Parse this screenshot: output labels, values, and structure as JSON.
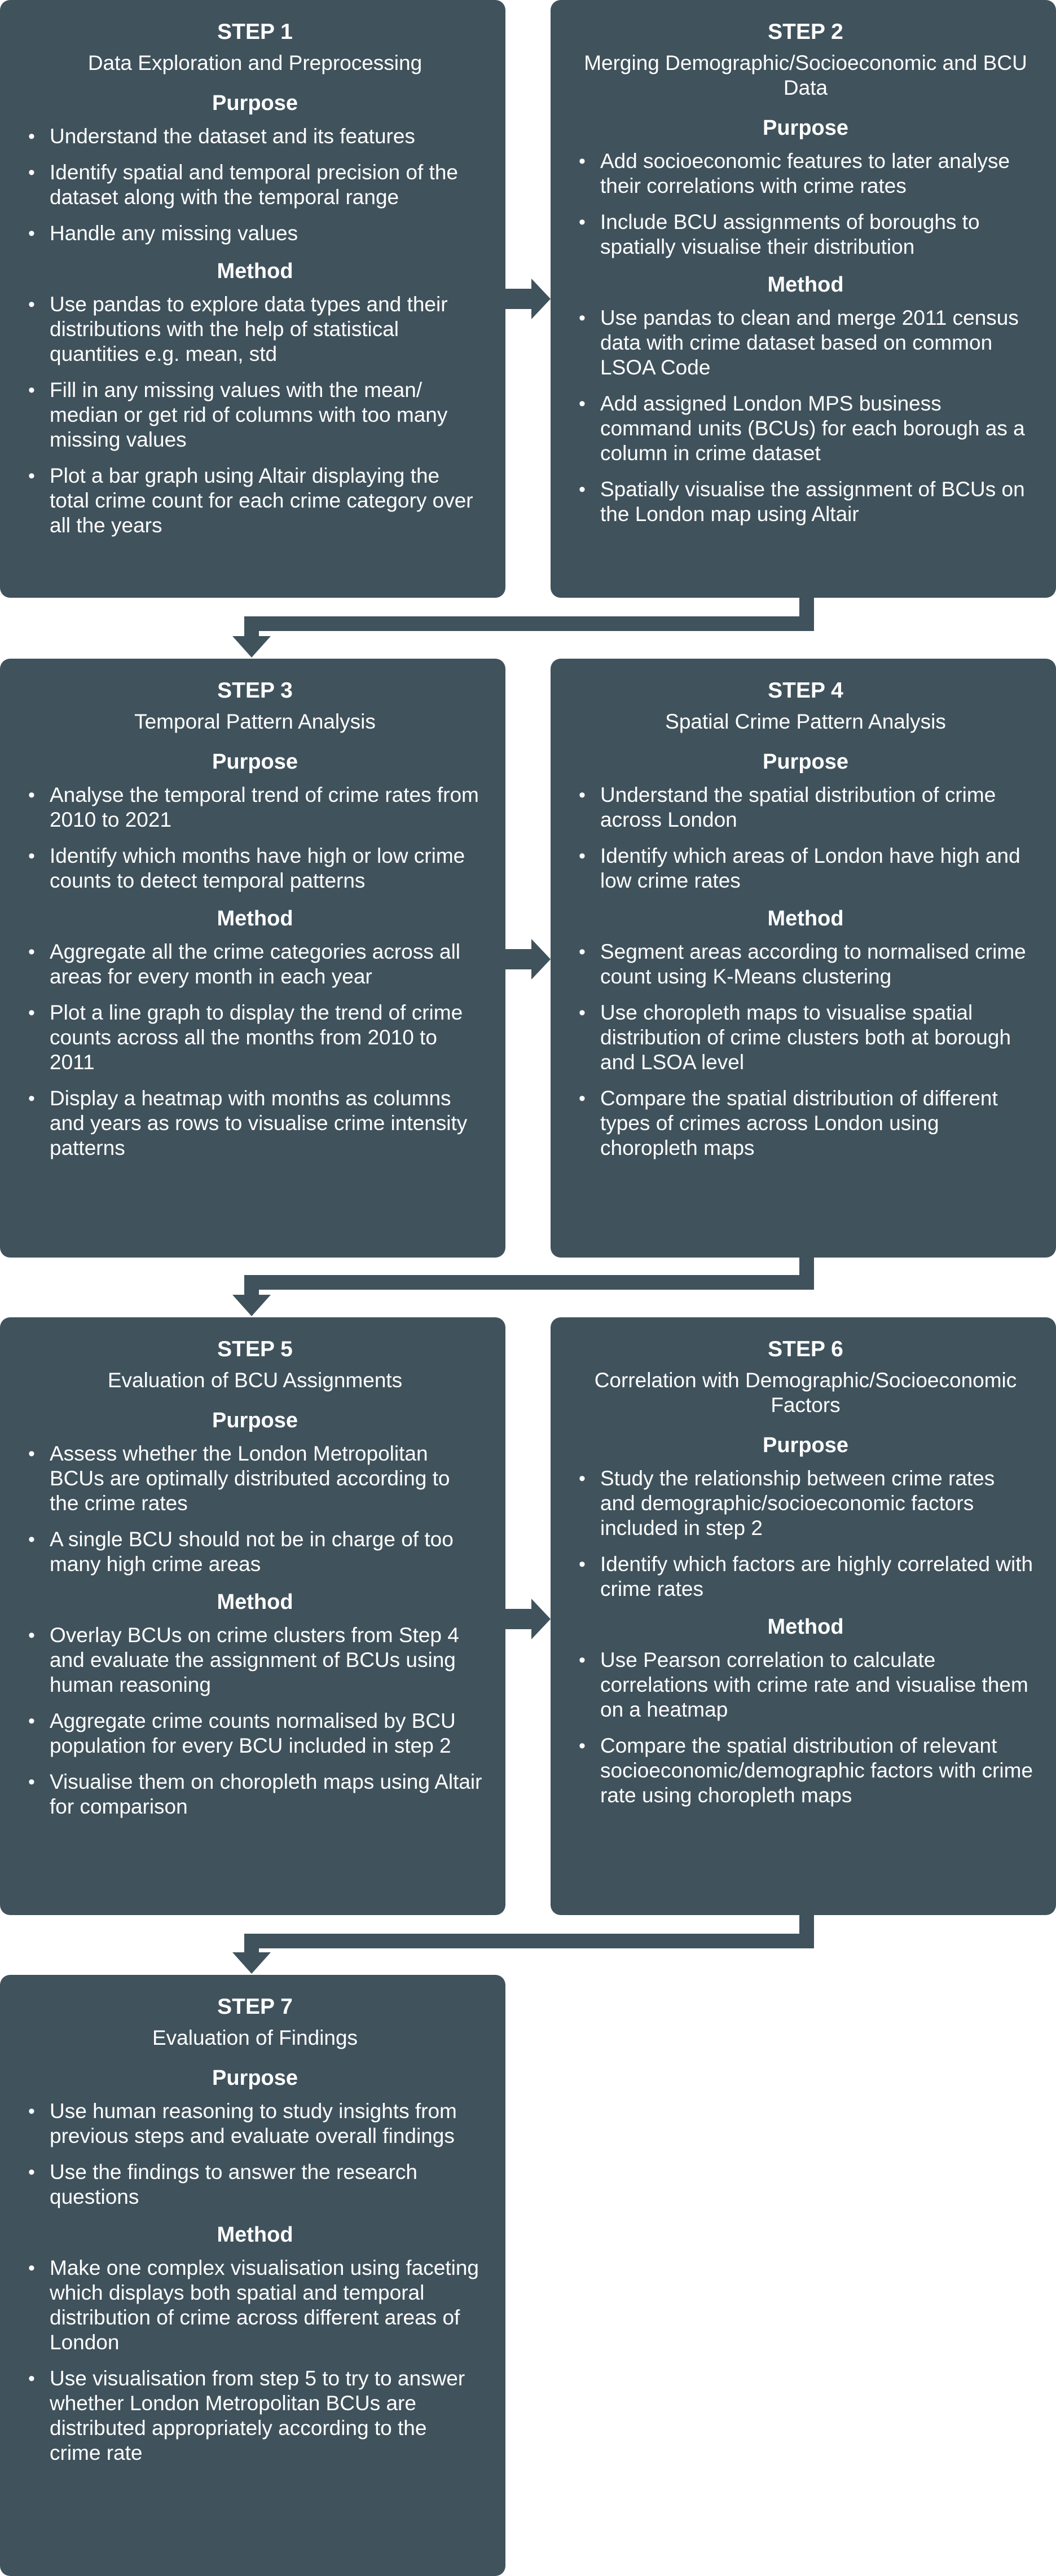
{
  "steps": [
    {
      "step": "STEP 1",
      "title": "Data Exploration and Preprocessing",
      "purpose_label": "Purpose",
      "purpose": [
        "Understand the dataset and its features",
        "Identify spatial and temporal precision of the dataset along with the temporal range",
        "Handle any missing values"
      ],
      "method_label": "Method",
      "method": [
        "Use pandas to explore data types and their distributions with the help of statistical quantities e.g. mean, std",
        "Fill in any missing values with the mean/ median or get rid of columns with too many missing values",
        "Plot a bar graph using Altair displaying the total crime count for each crime category over all the years"
      ]
    },
    {
      "step": "STEP 2",
      "title": "Merging Demographic/Socioeconomic and BCU Data",
      "purpose_label": "Purpose",
      "purpose": [
        "Add socioeconomic features to later analyse their correlations with crime rates",
        "Include BCU assignments of boroughs to spatially visualise their distribution"
      ],
      "method_label": "Method",
      "method": [
        "Use pandas to clean and merge 2011 census data with crime dataset based on common LSOA Code",
        "Add assigned London MPS business command units (BCUs) for each borough as a column in crime dataset",
        "Spatially visualise the assignment of BCUs on the London map using Altair"
      ]
    },
    {
      "step": "STEP 3",
      "title": "Temporal Pattern Analysis",
      "purpose_label": "Purpose",
      "purpose": [
        "Analyse the temporal trend of crime rates from 2010 to 2021",
        "Identify which months have high or low crime counts to detect temporal patterns"
      ],
      "method_label": "Method",
      "method": [
        "Aggregate all the crime categories across all areas for every month in each year",
        "Plot a line graph to display the trend of crime counts across all the months from 2010 to 2011",
        "Display a heatmap with months as columns and years as rows to visualise crime intensity patterns"
      ]
    },
    {
      "step": "STEP 4",
      "title": "Spatial Crime Pattern Analysis",
      "purpose_label": "Purpose",
      "purpose": [
        "Understand the spatial distribution of crime across London",
        "Identify which areas of London have high and low crime rates"
      ],
      "method_label": "Method",
      "method": [
        "Segment areas according to normalised crime count using K-Means clustering",
        "Use choropleth maps to visualise spatial distribution of crime clusters both at borough and LSOA level",
        "Compare the spatial distribution of different types of crimes across London using choropleth maps"
      ]
    },
    {
      "step": "STEP 5",
      "title": "Evaluation of BCU Assignments",
      "purpose_label": "Purpose",
      "purpose": [
        "Assess whether the London Metropolitan BCUs are optimally distributed according to the crime rates",
        "A single BCU should not be in charge of too many high crime areas"
      ],
      "method_label": "Method",
      "method": [
        "Overlay BCUs on crime clusters from Step 4 and evaluate the assignment of BCUs using human reasoning",
        "Aggregate crime counts normalised by BCU population for every BCU included in step 2",
        "Visualise them on choropleth maps using Altair for comparison"
      ]
    },
    {
      "step": "STEP 6",
      "title": "Correlation with Demographic/Socioeconomic Factors",
      "purpose_label": "Purpose",
      "purpose": [
        "Study the relationship between crime rates and demographic/socioeconomic factors included in step 2",
        "Identify which factors are highly correlated with crime rates"
      ],
      "method_label": "Method",
      "method": [
        "Use Pearson correlation to calculate correlations with crime rate and visualise them on a heatmap",
        "Compare the spatial distribution of relevant socioeconomic/demographic factors with crime rate using choropleth maps"
      ]
    },
    {
      "step": "STEP 7",
      "title": "Evaluation of Findings",
      "purpose_label": "Purpose",
      "purpose": [
        "Use human reasoning to study insights from previous steps and evaluate overall findings",
        "Use the findings to answer the research questions"
      ],
      "method_label": "Method",
      "method": [
        "Make one complex visualisation using faceting which displays both spatial and temporal distribution of crime across different areas of London",
        "Use visualisation from step 5 to try to answer whether London Metropolitan BCUs are distributed appropriately according to the crime rate"
      ]
    }
  ],
  "colors": {
    "box": "#40525c",
    "text": "#ffffff",
    "background": "#ffffff"
  }
}
